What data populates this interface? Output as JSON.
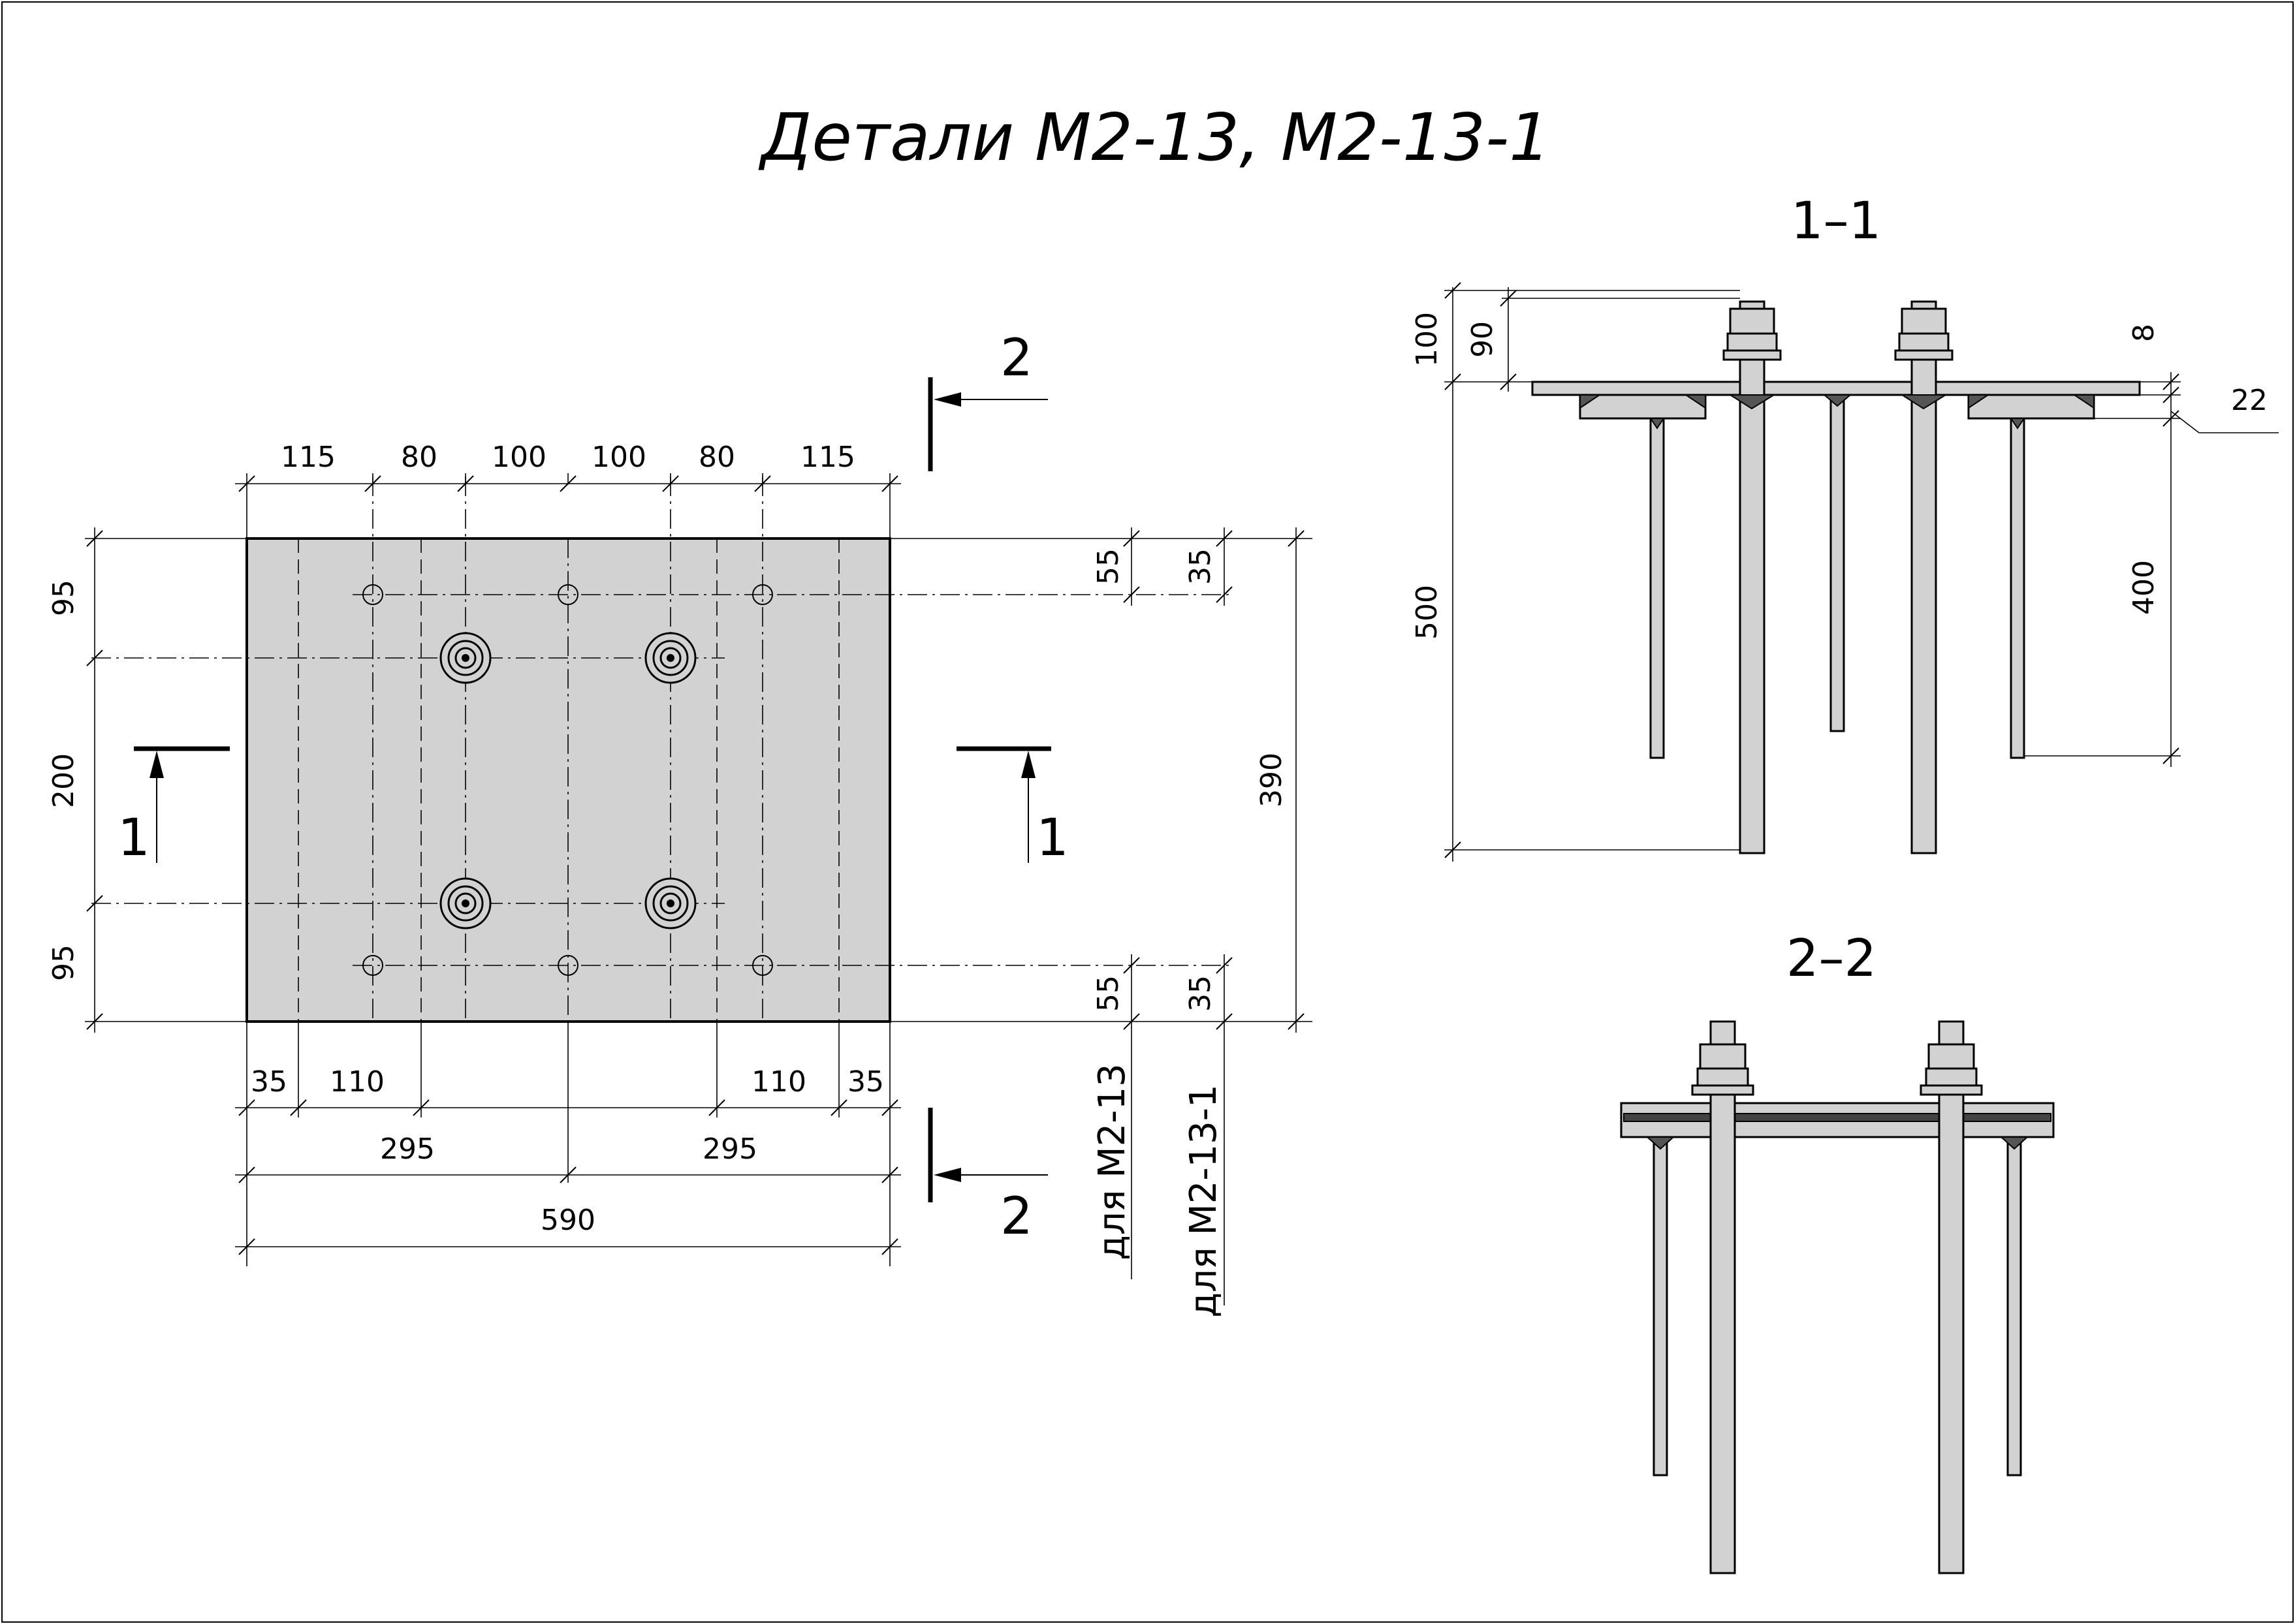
{
  "title": "Детали М2-13, М2-13-1",
  "sections": {
    "s11": "1–1",
    "s22": "2–2"
  },
  "cut_marks": {
    "one": "1",
    "two": "2"
  },
  "plan_dims": {
    "top": [
      "115",
      "80",
      "100",
      "100",
      "80",
      "115"
    ],
    "left": [
      "95",
      "200",
      "95"
    ],
    "right_outer": "390",
    "right_m213": [
      "55",
      "55"
    ],
    "right_m2131": [
      "35",
      "35"
    ],
    "bottom_a": [
      "35",
      "110",
      "110",
      "35"
    ],
    "bottom_b": [
      "295",
      "295"
    ],
    "bottom_total": "590"
  },
  "notes": {
    "m213": "для М2-13",
    "m2131": "для М2-13-1"
  },
  "section11_dims": {
    "d100": "100",
    "d90": "90",
    "d8": "8",
    "d22": "22",
    "d500": "500",
    "d400": "400"
  }
}
